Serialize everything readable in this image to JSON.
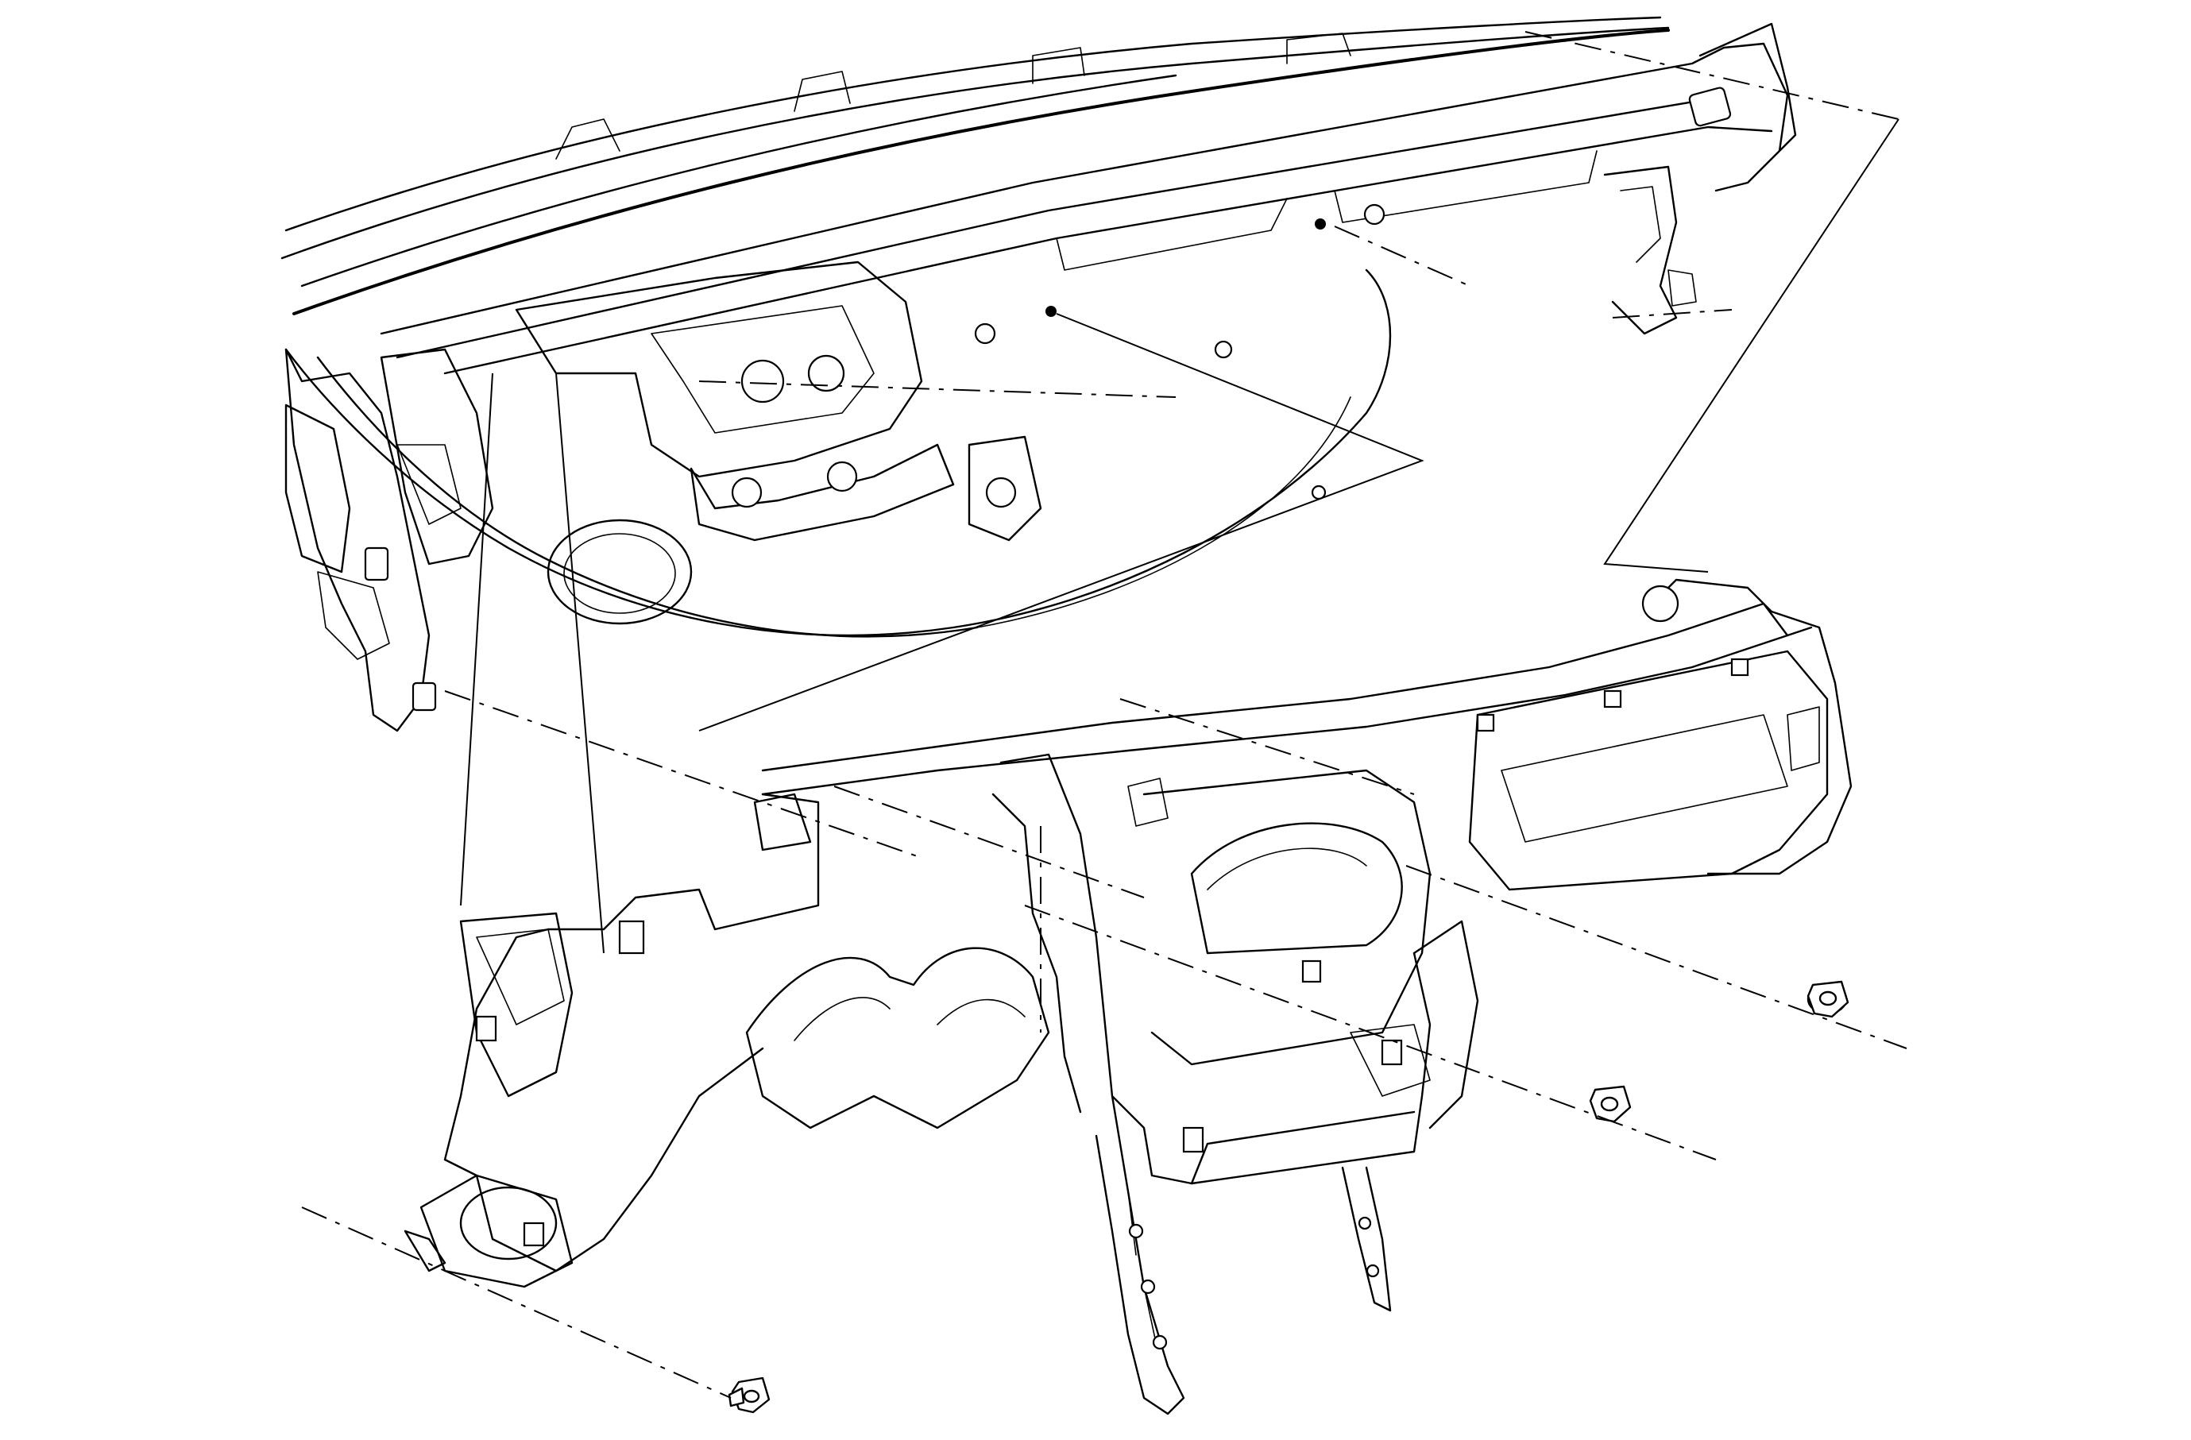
{
  "figure": {
    "type": "exploded-assembly-line-art",
    "palette": {
      "line": "#000000",
      "background": "#ffffff"
    },
    "parts": [
      {
        "id": "cowl-panel",
        "kind": "vehicle body structure"
      },
      {
        "id": "instrument-panel-carrier",
        "kind": "removable carrier assembly"
      },
      {
        "id": "nut-right",
        "kind": "fastener"
      },
      {
        "id": "nut-center",
        "kind": "fastener"
      },
      {
        "id": "bolt-lower-left",
        "kind": "fastener"
      }
    ]
  }
}
